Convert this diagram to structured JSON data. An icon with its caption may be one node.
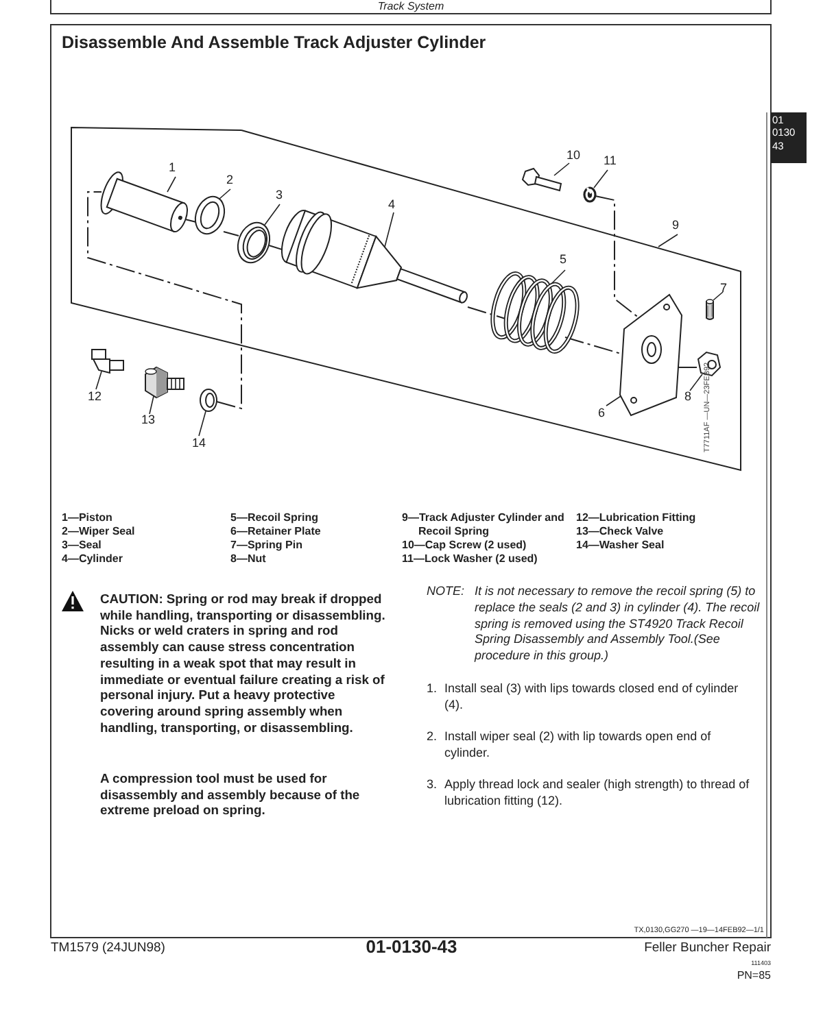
{
  "diagram": {
    "title": "Disassemble And Assemble Track Adjuster Cylinder",
    "nodes": [
      {
        "text": [],
        "shape": "picture"
      },
      {
        "text": [
          "1"
        ],
        "in": 0
      },
      {
        "text": [
          "2"
        ],
        "in": 0
      },
      {
        "text": [
          "3"
        ],
        "in": 0
      },
      {
        "text": [
          "4"
        ],
        "in": 0
      },
      {
        "text": [
          "5"
        ],
        "in": 0
      },
      {
        "text": [
          "6"
        ],
        "in": 0
      },
      {
        "text": [
          "7"
        ],
        "in": 0
      },
      {
        "text": [
          "8"
        ],
        "in": 0
      },
      {
        "text": [
          "9"
        ]
      },
      {
        "text": [
          "10"
        ]
      },
      {
        "text": [
          "11"
        ]
      },
      {
        "text": [
          "12"
        ]
      },
      {
        "text": [
          "13"
        ]
      },
      {
        "text": [
          "14"
        ]
      },
      {
        "text": [],
        "shape": "picture",
        "in": 0
      },
      {
        "text": [],
        "shape": "picture",
        "in": 0
      },
      {
        "text": [],
        "shape": "picture",
        "in": 0
      },
      {
        "text": [],
        "shape": "picture",
        "in": 0
      },
      {
        "text": [],
        "shape": "picture",
        "in": 0
      },
      {
        "text": [],
        "shape": "picture",
        "in": 0
      },
      {
        "text": [],
        "shape": "picture",
        "in": 0
      },
      {
        "text": [],
        "shape": "picture",
        "in": 0
      },
      {
        "text": [],
        "shape": "picture"
      },
      {
        "text": [],
        "shape": "picture"
      },
      {
        "text": [],
        "shape": "picture"
      },
      {
        "text": [],
        "shape": "picture"
      },
      {
        "text": [],
        "shape": "picture"
      }
    ],
    "edges": [
      {
        "from": 1,
        "to": 15,
        "arrow": "none"
      },
      {
        "from": 2,
        "to": 16,
        "arrow": "none"
      },
      {
        "from": 3,
        "to": 17,
        "arrow": "none"
      },
      {
        "from": 4,
        "to": 18,
        "arrow": "none"
      },
      {
        "from": 5,
        "to": 19,
        "arrow": "none"
      },
      {
        "from": 6,
        "to": 20,
        "arrow": "none"
      },
      {
        "from": 7,
        "to": 21,
        "arrow": "none"
      },
      {
        "from": 8,
        "to": 22,
        "arrow": "none"
      },
      {
        "from": 9,
        "to": 0,
        "arrow": "none"
      },
      {
        "from": 10,
        "to": 23,
        "arrow": "none"
      },
      {
        "from": 11,
        "to": 24,
        "arrow": "none"
      },
      {
        "from": 12,
        "to": 25,
        "arrow": "none"
      },
      {
        "from": 13,
        "to": 26,
        "arrow": "none"
      },
      {
        "from": 14,
        "to": 27,
        "arrow": "none"
      },
      {
        "from": 15,
        "to": 16,
        "arrow": "none",
        "style": "dashed"
      },
      {
        "from": 16,
        "to": 17,
        "arrow": "none",
        "style": "dashed"
      },
      {
        "from": 17,
        "to": 18,
        "arrow": "none",
        "style": "dashed"
      },
      {
        "from": 18,
        "to": 19,
        "arrow": "none",
        "style": "dashed"
      },
      {
        "from": 19,
        "to": 20,
        "arrow": "none",
        "style": "dashed"
      },
      {
        "from": 20,
        "to": 22,
        "arrow": "none",
        "style": "dashed"
      },
      {
        "from": 24,
        "to": 20,
        "arrow": "none",
        "style": "dashed"
      },
      {
        "from": 27,
        "to": 15,
        "arrow": "none",
        "style": "dashed"
      }
    ],
    "labels": [
      "Track System",
      "01 0130 43",
      "T7711AF —UN—23FEB92",
      "1—Piston",
      "2—Wiper Seal",
      "3—Seal",
      "4—Cylinder",
      "5—Recoil Spring",
      "6—Retainer Plate",
      "7—Spring Pin",
      "8—Nut",
      "9—Track Adjuster Cylinder and Recoil Spring",
      "10—Cap Screw (2 used)",
      "11—Lock Washer (2 used)",
      "12—Lubrication Fitting",
      "13—Check Valve",
      "14—Washer Seal",
      "CAUTION: Spring or rod may break if dropped while handling, transporting or disassembling. Nicks or weld craters in spring and rod assembly can cause stress concentration resulting in a weak spot that may result in immediate or eventual failure creating a risk of personal injury. Put a heavy protective covering around spring assembly when handling, transporting, or disassembling.",
      "A compression tool must be used for disassembly and assembly because of the extreme preload on spring.",
      "NOTE:",
      "It is not necessary to remove the recoil spring (5) to replace the seals (2 and 3) in cylinder (4). The recoil spring is removed using the ST4920 Track Recoil Spring Disassembly and Assembly Tool.(See procedure in this group.)",
      "1.",
      "Install seal (3) with lips towards closed end of cylinder (4).",
      "2.",
      "Install wiper seal (2) with lip towards open end of cylinder.",
      "3.",
      "Apply thread lock and sealer (high strength) to thread of lubrication fitting (12).",
      "TX,0130,GG270 —19—14FEB92—1/1",
      "TM1579 (24JUN98)",
      "01-0130-43",
      "Feller Buncher Repair",
      "111403",
      "PN=85"
    ]
  }
}
